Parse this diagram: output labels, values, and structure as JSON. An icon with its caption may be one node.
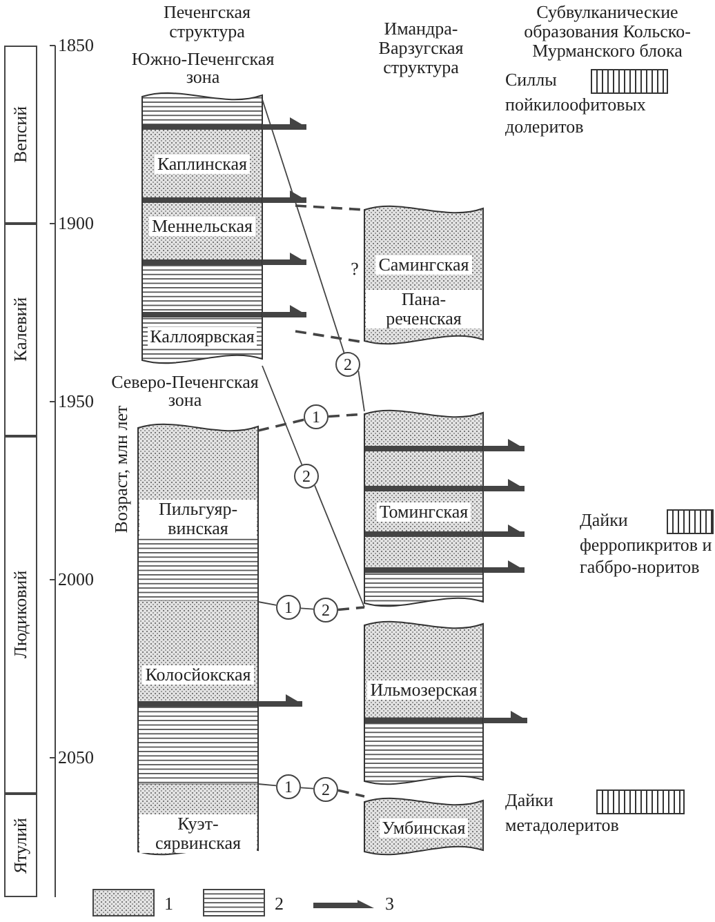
{
  "diagram": {
    "nodes": [
      {
        "text": [
          "Вепсий"
        ]
      },
      {
        "text": [
          "Калевий"
        ]
      },
      {
        "text": [
          "Людиковий"
        ]
      },
      {
        "text": [
          "Ятулий"
        ]
      },
      {
        "text": [
          "Южно-Печенгская зона",
          "Каплинская",
          "Меннельская",
          "Каллоярвская"
        ]
      },
      {
        "text": [
          "Силлы пойкилоофитовых долеритов"
        ]
      },
      {
        "text": [
          "Самингская",
          "Пана-реченская"
        ]
      },
      {
        "text": [
          "2"
        ]
      },
      {
        "text": [
          "Северо-Печенгская зона",
          "Пильгуяр-винская",
          "Колосйокская",
          "Куэт-сярвинская"
        ]
      },
      {
        "text": [
          "1"
        ]
      },
      {
        "text": [
          "Томингская"
        ]
      },
      {
        "text": [
          "2"
        ]
      },
      {
        "text": [
          "Дайки ферропикритов и габбро-норитов"
        ]
      },
      {
        "text": [
          "1"
        ]
      },
      {
        "text": [
          "2"
        ]
      },
      {
        "text": [
          "Ильмозерская"
        ]
      },
      {
        "text": [
          "1"
        ]
      },
      {
        "text": [
          "2"
        ]
      },
      {
        "text": [
          "Умбинская"
        ]
      },
      {
        "text": [
          "Дайки метадолеритов"
        ]
      }
    ],
    "edges": [
      {
        "from": 4,
        "to": 7,
        "arrow": "none"
      },
      {
        "from": 7,
        "to": 10,
        "arrow": "none"
      },
      {
        "from": 4,
        "to": 6,
        "arrow": "none",
        "style": "dashed"
      },
      {
        "from": 4,
        "to": 6,
        "arrow": "none",
        "style": "dashed"
      },
      {
        "from": 8,
        "to": 9,
        "arrow": "none",
        "style": "dashed"
      },
      {
        "from": 9,
        "to": 10,
        "arrow": "none",
        "style": "dashed"
      },
      {
        "from": 4,
        "to": 11,
        "arrow": "none"
      },
      {
        "from": 11,
        "to": 10,
        "arrow": "none"
      },
      {
        "from": 8,
        "to": 13,
        "arrow": "none"
      },
      {
        "from": 13,
        "to": 14,
        "arrow": "none"
      },
      {
        "from": 14,
        "to": 10,
        "arrow": "none",
        "style": "dashed"
      },
      {
        "from": 8,
        "to": 16,
        "arrow": "none"
      },
      {
        "from": 16,
        "to": 17,
        "arrow": "none"
      },
      {
        "from": 17,
        "to": 18,
        "arrow": "none",
        "style": "dashed"
      },
      {
        "from": 4,
        "to": null,
        "arrow": "to",
        "style": "thick"
      },
      {
        "from": 4,
        "to": null,
        "arrow": "to",
        "style": "thick"
      },
      {
        "from": 4,
        "to": null,
        "arrow": "to",
        "style": "thick"
      },
      {
        "from": 4,
        "to": null,
        "arrow": "to",
        "style": "thick"
      },
      {
        "from": 8,
        "to": null,
        "arrow": "to",
        "style": "thick"
      },
      {
        "from": 10,
        "to": null,
        "arrow": "to",
        "style": "thick"
      },
      {
        "from": 10,
        "to": null,
        "arrow": "to",
        "style": "thick"
      },
      {
        "from": 10,
        "to": null,
        "arrow": "to",
        "style": "thick"
      },
      {
        "from": 10,
        "to": null,
        "arrow": "to",
        "style": "thick"
      },
      {
        "from": 15,
        "to": null,
        "arrow": "to",
        "style": "thick"
      }
    ],
    "labels": [
      "Печенгская структура",
      "Имандра-Варзугская структура",
      "Субвулканические образования Кольско-Мурманского блока",
      "1850",
      "1900",
      "1950",
      "2000",
      "2050",
      "Возраст, млн лет",
      "?"
    ],
    "legend": [
      {
        "text": "1"
      },
      {
        "text": "2"
      },
      {
        "text": "3"
      }
    ]
  }
}
